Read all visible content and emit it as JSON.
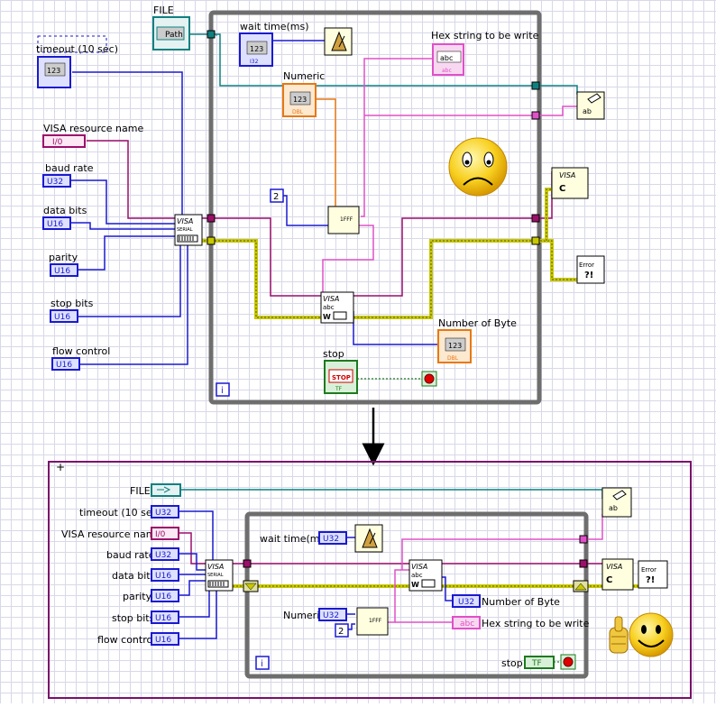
{
  "top": {
    "labels": {
      "file": "FILE",
      "timeout": "timeout (10 sec)",
      "visa_resource": "VISA resource name",
      "baud_rate": "baud rate",
      "data_bits": "data bits",
      "parity": "parity",
      "stop_bits": "stop bits",
      "flow_control": "flow control",
      "wait_time": "wait time(ms)",
      "hex_string": "Hex string to be write",
      "numeric": "Numeric",
      "number_of_byte": "Number of Byte",
      "stop": "stop"
    },
    "terminals": {
      "file": "Path",
      "timeout": "123",
      "visa_resource": "I/0",
      "baud_rate": "U32",
      "data_bits": "U16",
      "parity": "U16",
      "stop_bits": "U16",
      "flow_control": "U16",
      "wait_time": "123",
      "wait_time_type": "I32",
      "hex_string": "abc",
      "hex_string_type": "abc",
      "numeric": "123",
      "numeric_type": "DBL",
      "number_of_byte": "123",
      "number_of_byte_type": "DBL",
      "stop": "STOP",
      "stop_type": "TF",
      "const_2": "2",
      "loop_index": "i"
    },
    "node_text": {
      "visa_serial": "VISA",
      "visa_serial_sub": "SERIAL",
      "visa_write": "VISA",
      "visa_write_sub": "abc",
      "visa_write_w": "W",
      "visa_close": "VISA",
      "visa_close_sub": "C",
      "error": "Error",
      "error_sub": "?!",
      "format_hex": "1FFF",
      "write_file": "ab"
    }
  },
  "bottom": {
    "labels": {
      "file": "FILE",
      "timeout": "timeout (10 sec)",
      "visa_resource": "VISA resource name",
      "baud_rate": "baud rate",
      "data_bits": "data bits",
      "parity": "parity",
      "stop_bits": "stop bits",
      "flow_control": "flow control",
      "wait_time": "wait time(ms)",
      "numeric": "Numeric",
      "number_of_byte": "Number of Byte",
      "hex_string": "Hex string to be write",
      "stop": "stop"
    },
    "terminals": {
      "timeout": "U32",
      "visa_resource": "I/0",
      "baud_rate": "U32",
      "data_bits": "U16",
      "parity": "U16",
      "stop_bits": "U16",
      "flow_control": "U16",
      "wait_time": "U32",
      "numeric": "U32",
      "number_of_byte": "U32",
      "hex_string": "abc",
      "stop": "TF",
      "const_2": "2",
      "loop_index": "i"
    },
    "node_text": {
      "visa_serial": "VISA",
      "visa_serial_sub": "SERIAL",
      "visa_write": "VISA",
      "visa_write_sub": "abc",
      "visa_write_w": "W",
      "visa_close": "VISA",
      "visa_close_sub": "C",
      "error": "Error",
      "error_sub": "?!",
      "format_hex": "1FFF",
      "write_file": "ab"
    }
  },
  "colors": {
    "refnum": "#0f8080",
    "visa": "#9c0f6a",
    "string": "#e050c8",
    "integer": "#1a1ad0",
    "double": "#e87810",
    "error": "#c8c800",
    "boolean": "#1e7a1e",
    "loop": "#6e6e6e",
    "bottom_frame": "#7a0f6a"
  }
}
